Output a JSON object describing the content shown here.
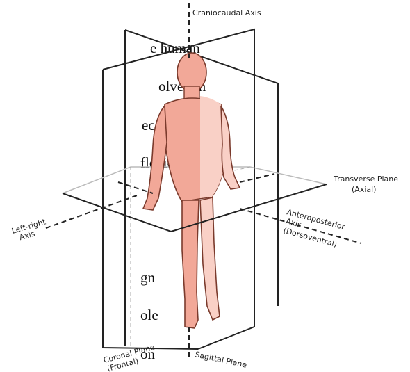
{
  "body_text": {
    "line1": "e human",
    "line2": "olved in",
    "line3": "ecause it",
    "line4": "flexion,",
    "line5": "gn",
    "line6": "ole",
    "line7": "on"
  },
  "diagram": {
    "craniocaudal_axis": "Craniocaudal Axis",
    "transverse_plane": "Transverse Plane",
    "transverse_plane_alt": "(Axial)",
    "left_right_axis_1": "Left-right",
    "left_right_axis_2": "Axis",
    "anteroposterior_axis_1": "Anteroposterior",
    "anteroposterior_axis_2": "Axis",
    "anteroposterior_axis_3": "(Dorsoventral)",
    "coronal_plane_1": "Coronal Plane",
    "coronal_plane_2": "(Frontal)",
    "sagittal_plane": "Sagittal Plane",
    "colors": {
      "skin": "#f2a898",
      "skin_light": "#f9d0c6",
      "outline": "#222222"
    }
  }
}
